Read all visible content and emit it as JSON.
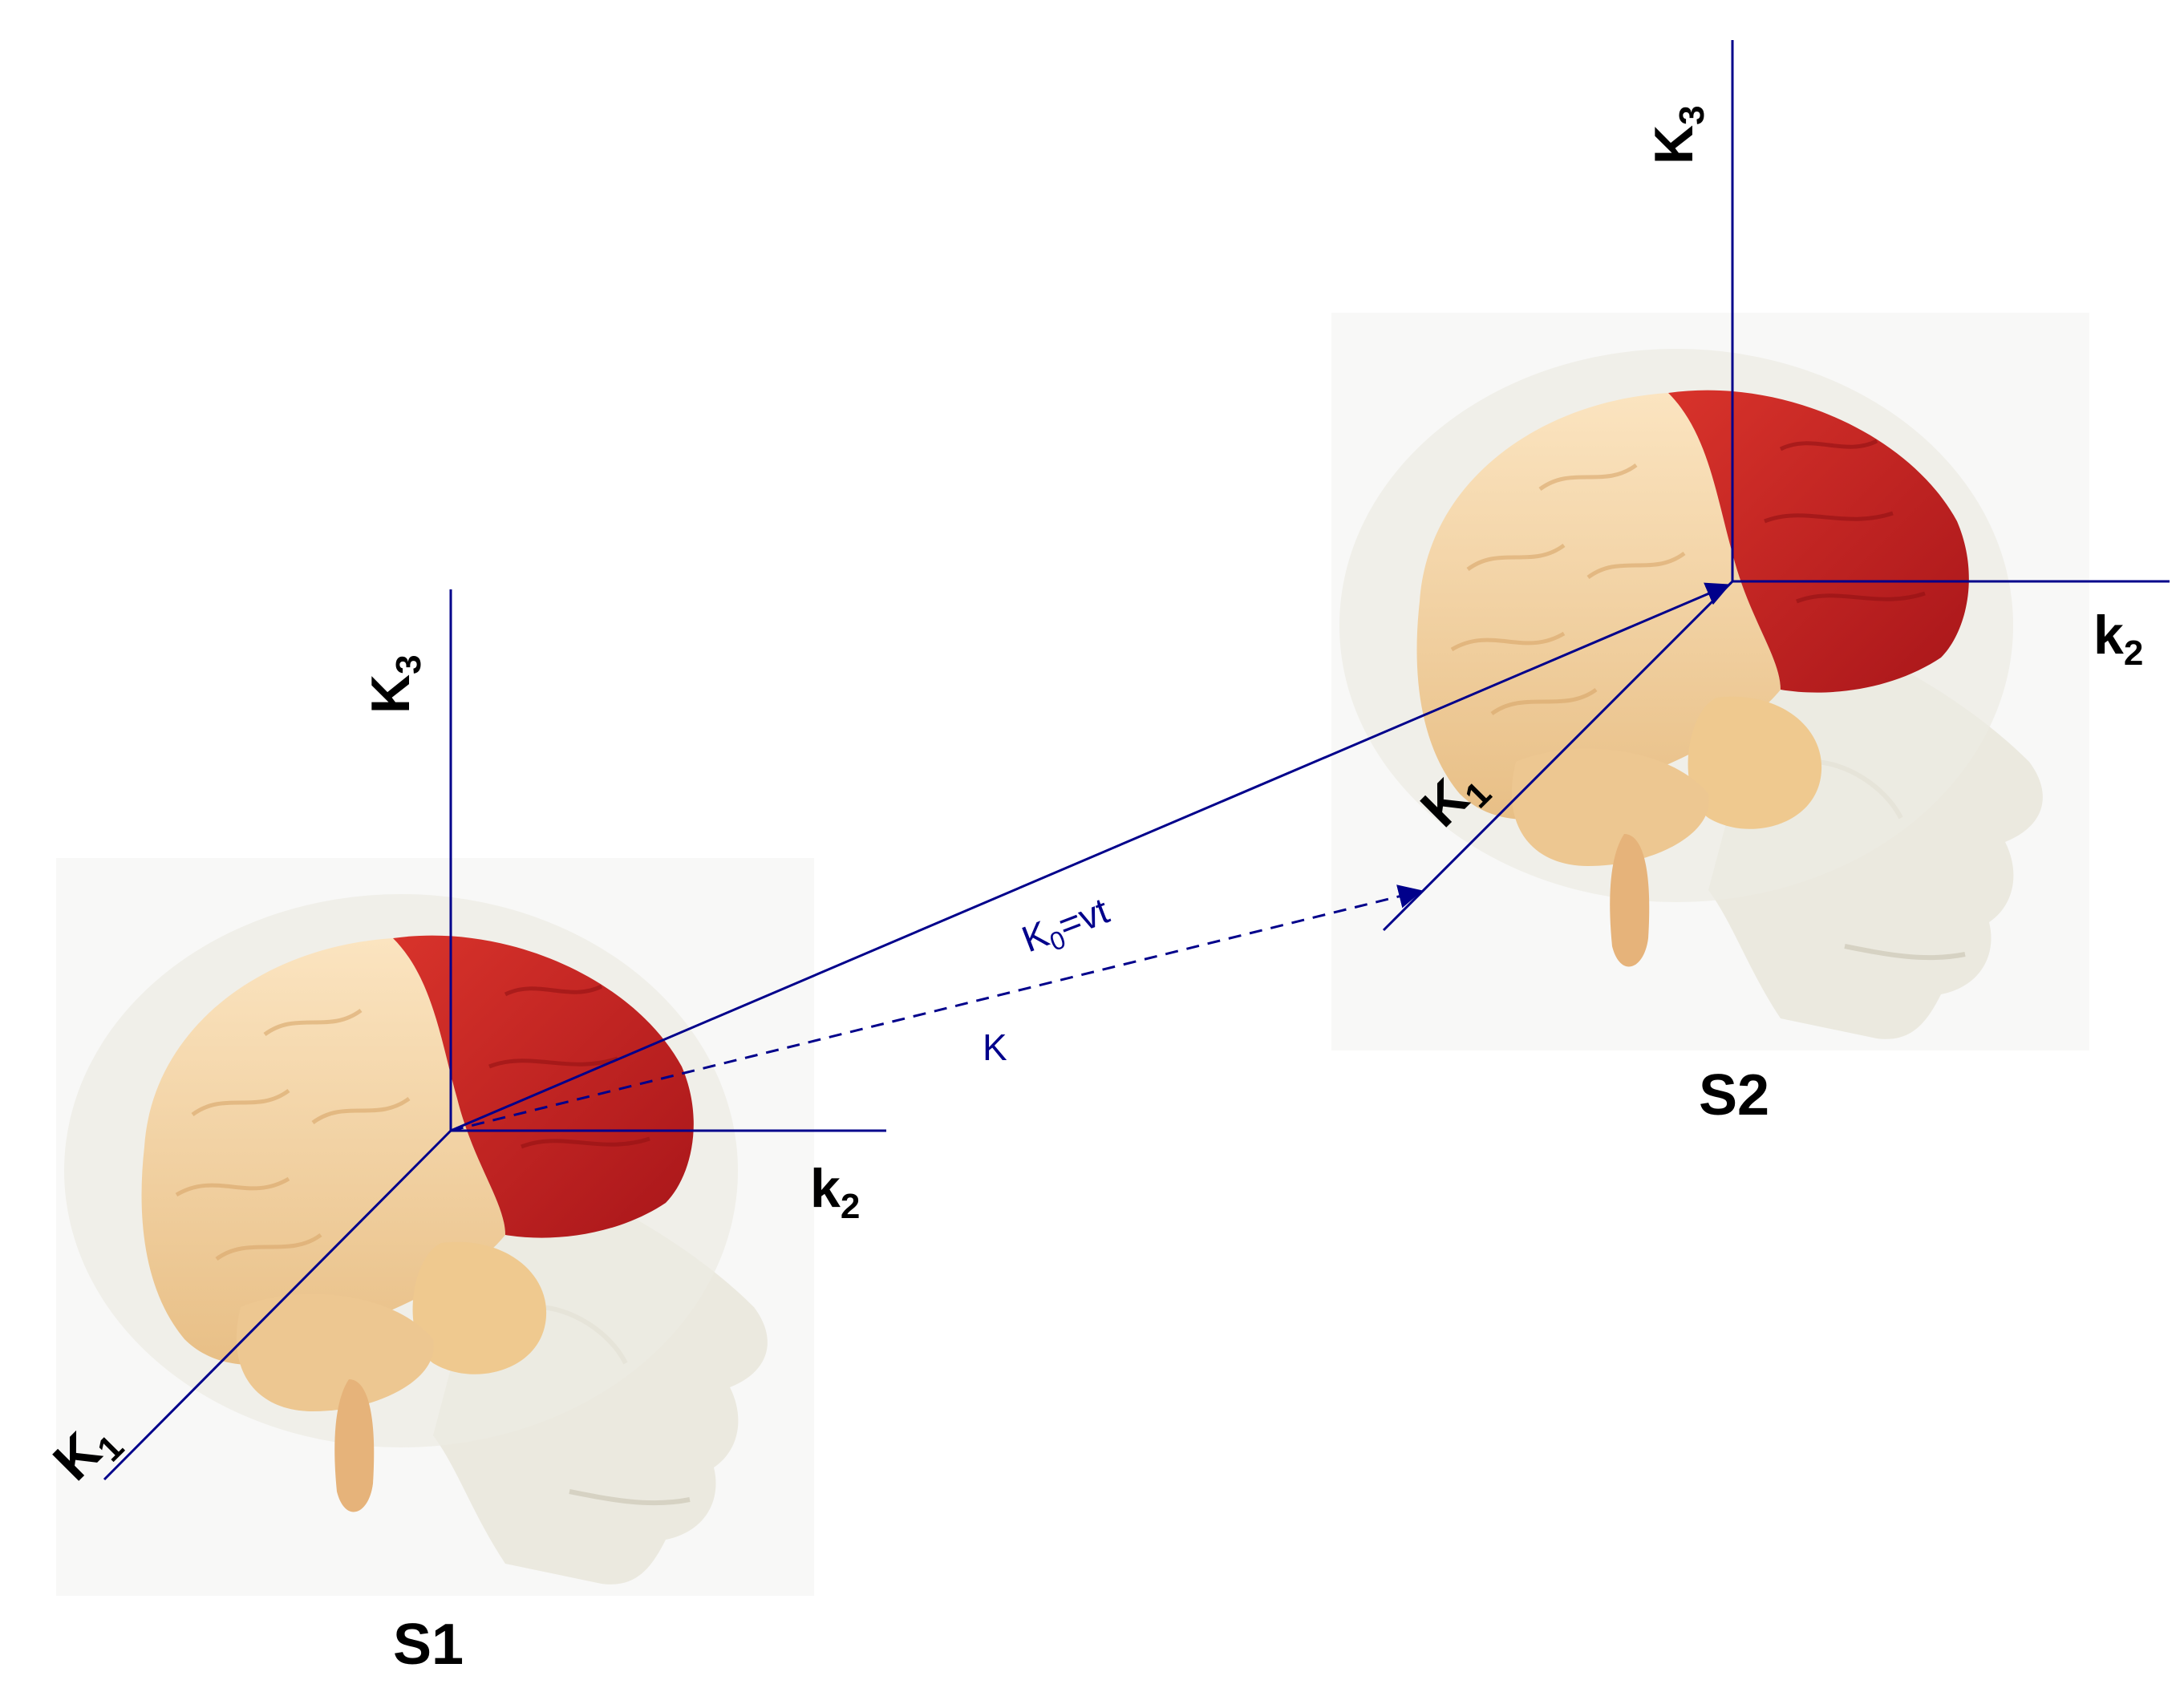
{
  "colors": {
    "axis_line": "#00008b",
    "label_text": "#000000",
    "vector_text": "#00008b",
    "brain_beige": "#f3d3a4",
    "brain_red": "#cc2420",
    "skull": "#e9e6da"
  },
  "heads": [
    {
      "name": "S1",
      "label": "S1",
      "axes": {
        "k1": "K",
        "k1_sub": "1",
        "k2": "k",
        "k2_sub": "2",
        "k3": "K",
        "k3_sub": "3"
      }
    },
    {
      "name": "S2",
      "label": "S2",
      "axes": {
        "k1": "K",
        "k1_sub": "1",
        "k2": "k",
        "k2_sub": "2",
        "k3": "K",
        "k3_sub": "3"
      }
    }
  ],
  "vectors": {
    "k0_label": "K",
    "k0_sub": "0",
    "k0_rest": "=vt",
    "k_label": "K"
  }
}
